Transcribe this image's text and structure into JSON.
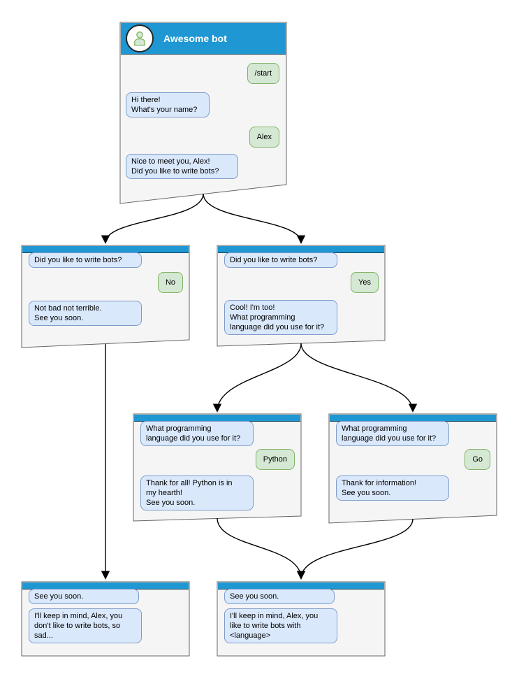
{
  "colors": {
    "header_blue": "#1E97D3",
    "window_body": "#F5F5F5",
    "window_border": "#666666",
    "bot_bubble_bg": "#DAE8FC",
    "bot_bubble_border": "#7E9CC9",
    "user_bubble_bg": "#D5E8D4",
    "user_bubble_border": "#82B366",
    "arrow": "#000000"
  },
  "avatar_icon": "person-icon",
  "windows": [
    {
      "id": "main",
      "title": "Awesome bot",
      "bubbles": [
        {
          "from": "user",
          "text": "/start"
        },
        {
          "from": "bot",
          "text": "Hi there!\nWhat's your name?"
        },
        {
          "from": "user",
          "text": "Alex"
        },
        {
          "from": "bot",
          "text": "Nice to meet you, Alex!\nDid you like to write bots?"
        }
      ]
    },
    {
      "id": "branch-no",
      "bubbles": [
        {
          "from": "bot",
          "text": "Did you like to write bots?"
        },
        {
          "from": "user",
          "text": "No"
        },
        {
          "from": "bot",
          "text": "Not bad not terrible.\nSee you soon."
        }
      ]
    },
    {
      "id": "branch-yes",
      "bubbles": [
        {
          "from": "bot",
          "text": "Did you like to write bots?"
        },
        {
          "from": "user",
          "text": "Yes"
        },
        {
          "from": "bot",
          "text": "Cool! I'm too!\nWhat programming\nlanguage did you use for it?"
        }
      ]
    },
    {
      "id": "branch-python",
      "bubbles": [
        {
          "from": "bot",
          "text": "What programming\nlanguage did you use for it?"
        },
        {
          "from": "user",
          "text": "Python"
        },
        {
          "from": "bot",
          "text": "Thank for all! Python is in\nmy hearth!\nSee you soon."
        }
      ]
    },
    {
      "id": "branch-go",
      "bubbles": [
        {
          "from": "bot",
          "text": "What programming\nlanguage did you use for it?"
        },
        {
          "from": "user",
          "text": "Go"
        },
        {
          "from": "bot",
          "text": "Thank for information!\nSee you soon."
        }
      ]
    },
    {
      "id": "end-no",
      "bubbles": [
        {
          "from": "bot",
          "text": "See you soon."
        },
        {
          "from": "bot",
          "text": "I'll keep in mind, Alex, you\ndon't like to write bots, so\nsad..."
        }
      ]
    },
    {
      "id": "end-yes",
      "bubbles": [
        {
          "from": "bot",
          "text": "See you soon."
        },
        {
          "from": "bot",
          "text": "I'll keep in mind, Alex, you\nlike to write bots with\n<language>"
        }
      ]
    }
  ],
  "connections": [
    {
      "from": "main",
      "to": "branch-no"
    },
    {
      "from": "main",
      "to": "branch-yes"
    },
    {
      "from": "branch-yes",
      "to": "branch-python"
    },
    {
      "from": "branch-yes",
      "to": "branch-go"
    },
    {
      "from": "branch-no",
      "to": "end-no"
    },
    {
      "from": "branch-python",
      "to": "end-yes"
    },
    {
      "from": "branch-go",
      "to": "end-yes"
    }
  ]
}
